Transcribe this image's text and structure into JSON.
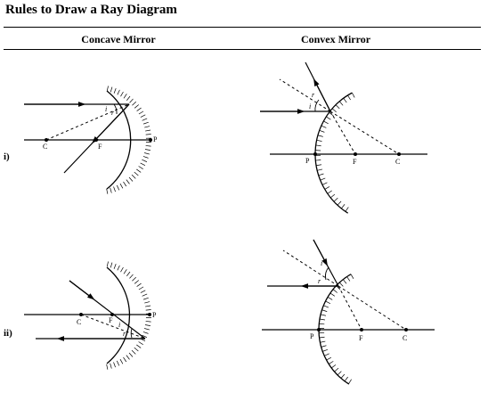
{
  "title": "Rules to Draw a Ray Diagram",
  "columns": {
    "concave": "Concave Mirror",
    "convex": "Convex Mirror"
  },
  "rows": {
    "first": "i)",
    "second": "ii)"
  },
  "points": {
    "center": "C",
    "focus": "F",
    "pole": "P"
  },
  "angles": {
    "incidence": "i",
    "reflection": "r"
  }
}
